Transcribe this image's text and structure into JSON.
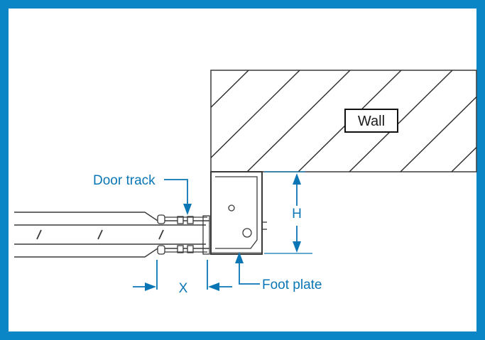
{
  "labels": {
    "wall": "Wall",
    "door_track": "Door track",
    "height": "H",
    "gap": "X",
    "foot_plate": "Foot plate"
  },
  "colors": {
    "frame": "#0a86c6",
    "annotation": "#0a76b5",
    "drawing": "#3a3a3a"
  }
}
